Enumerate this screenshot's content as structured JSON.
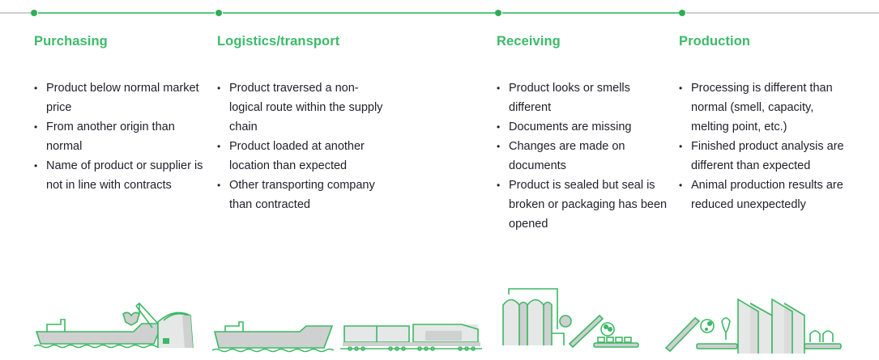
{
  "colors": {
    "accent": "#3dba6a",
    "dot": "#2fae55",
    "line_inactive": "#cfcfcf",
    "text": "#1f1f2a"
  },
  "stages": [
    {
      "title": "Purchasing",
      "items": [
        "Product below normal market price",
        "From another origin than normal",
        "Name of product or supplier is not in line with contracts"
      ],
      "illustration": "cargo-ship-crane-warehouse-icon"
    },
    {
      "title": "Logistics/transport",
      "items": [
        "Product traversed a non-logical route within the supply chain",
        "Product loaded at another location than expected",
        "Other transporting company than contracted"
      ],
      "illustration": "ship-and-train-icon"
    },
    {
      "title": "Receiving",
      "items": [
        "Product looks or smells different",
        "Documents are missing",
        "Changes are made on documents",
        "Product is sealed but seal is broken or packaging has been opened"
      ],
      "illustration": "silos-conveyor-icon"
    },
    {
      "title": "Production",
      "items": [
        "Processing is different than normal (smell, capacity, melting point, etc.)",
        "Finished product analysis are different than expected",
        "Animal production results are reduced unexpectedly"
      ],
      "illustration": "factory-production-icon"
    }
  ]
}
